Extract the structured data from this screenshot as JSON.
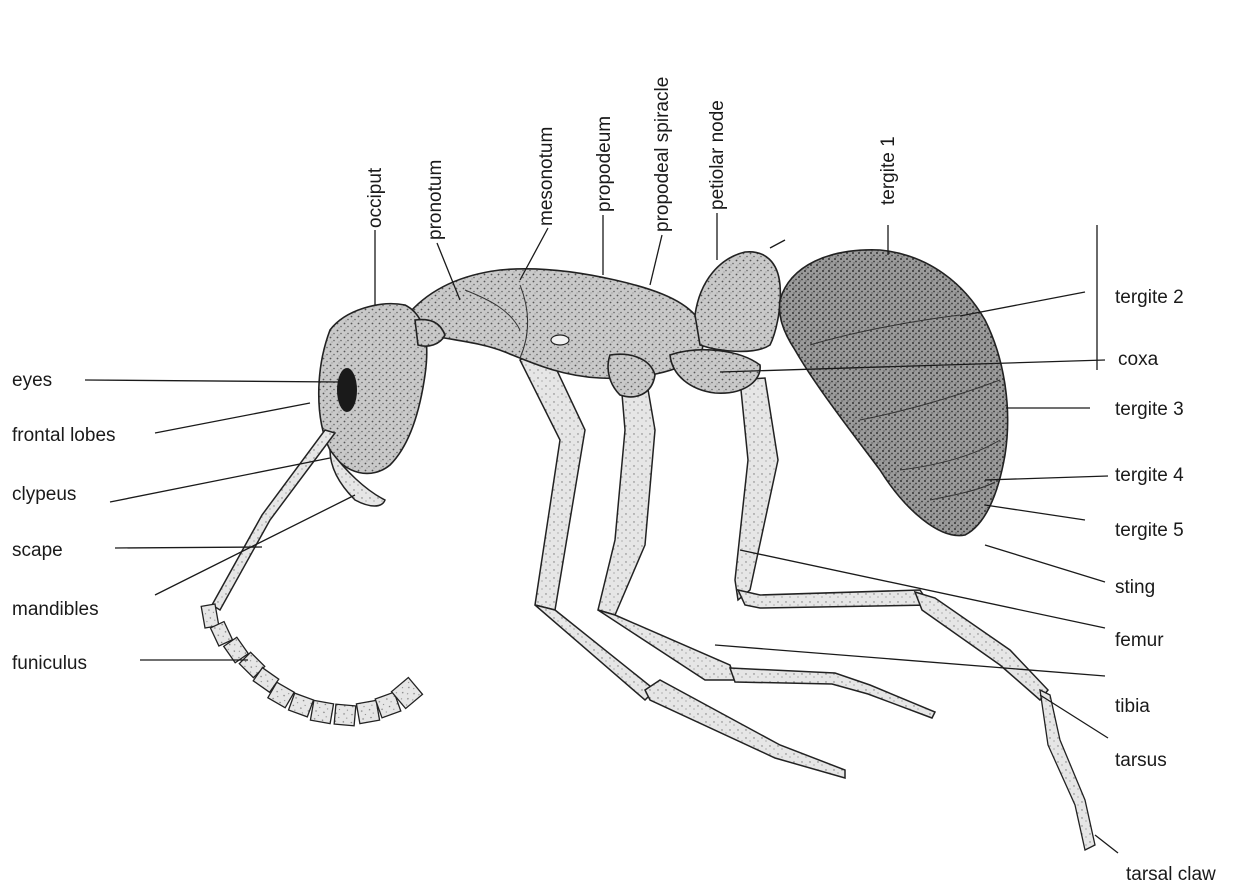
{
  "labels": {
    "occiput": "occiput",
    "pronotum": "pronotum",
    "mesonotum": "mesonotum",
    "propodeum": "propodeum",
    "propodeal_spiracle": "propodeal spiracle",
    "petiolar_node": "petiolar node",
    "tergite_1": "tergite 1",
    "tergite_2": "tergite 2",
    "coxa": "coxa",
    "tergite_3": "tergite 3",
    "tergite_4": "tergite 4",
    "tergite_5": "tergite 5",
    "sting": "sting",
    "femur": "femur",
    "tibia": "tibia",
    "tarsus": "tarsus",
    "tarsal_claw": "tarsal claw",
    "eyes": "eyes",
    "frontal_lobes": "frontal lobes",
    "clypeus": "clypeus",
    "scape": "scape",
    "mandibles": "mandibles",
    "funiculus": "funiculus"
  }
}
